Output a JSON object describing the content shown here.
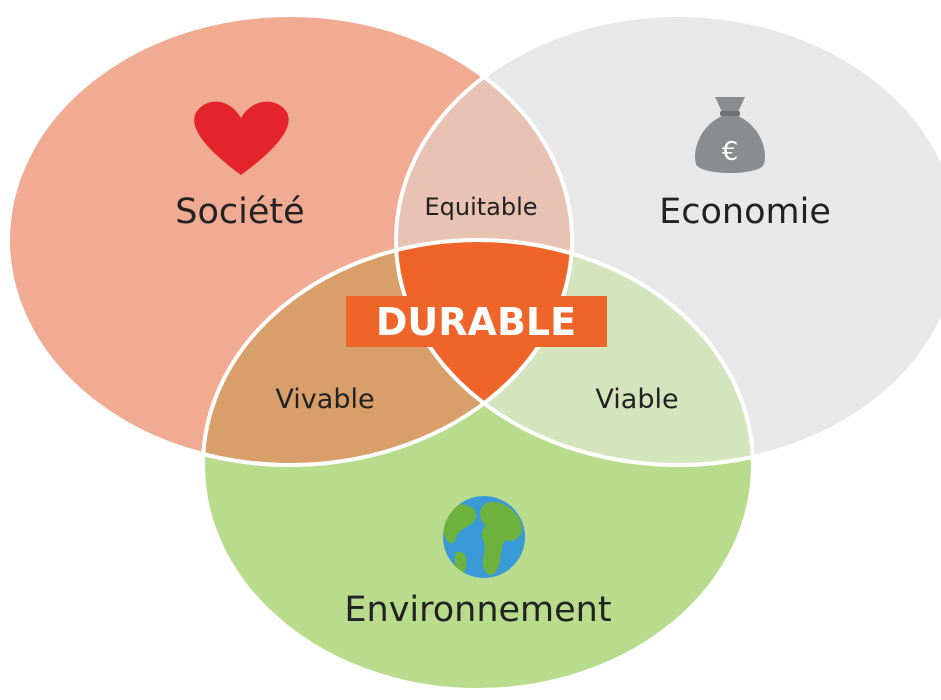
{
  "circles": {
    "society": {
      "label": "Société",
      "icon": "heart-icon",
      "color": "#f1ab93"
    },
    "economy": {
      "label": "Economie",
      "icon": "money-bag-euro-icon",
      "icon_text": "€",
      "color": "#e8e8e8"
    },
    "environment": {
      "label": "Environnement",
      "icon": "earth-globe-icon",
      "color": "#b8dc8c"
    }
  },
  "intersections": {
    "society_economy": {
      "label": "Equitable",
      "color": "#e8c2b2"
    },
    "society_environment": {
      "label": "Vivable",
      "color": "#d99f6b"
    },
    "economy_environment": {
      "label": "Viable",
      "color": "#d4e5bd"
    },
    "center": {
      "label": "DURABLE",
      "color": "#ef6428"
    }
  },
  "colors": {
    "outline": "#ffffff",
    "text": "#222222",
    "heart": "#e3242b",
    "bag": "#8a8c8e",
    "globe_ocean": "#3a9ad8",
    "globe_land": "#6db23d"
  }
}
